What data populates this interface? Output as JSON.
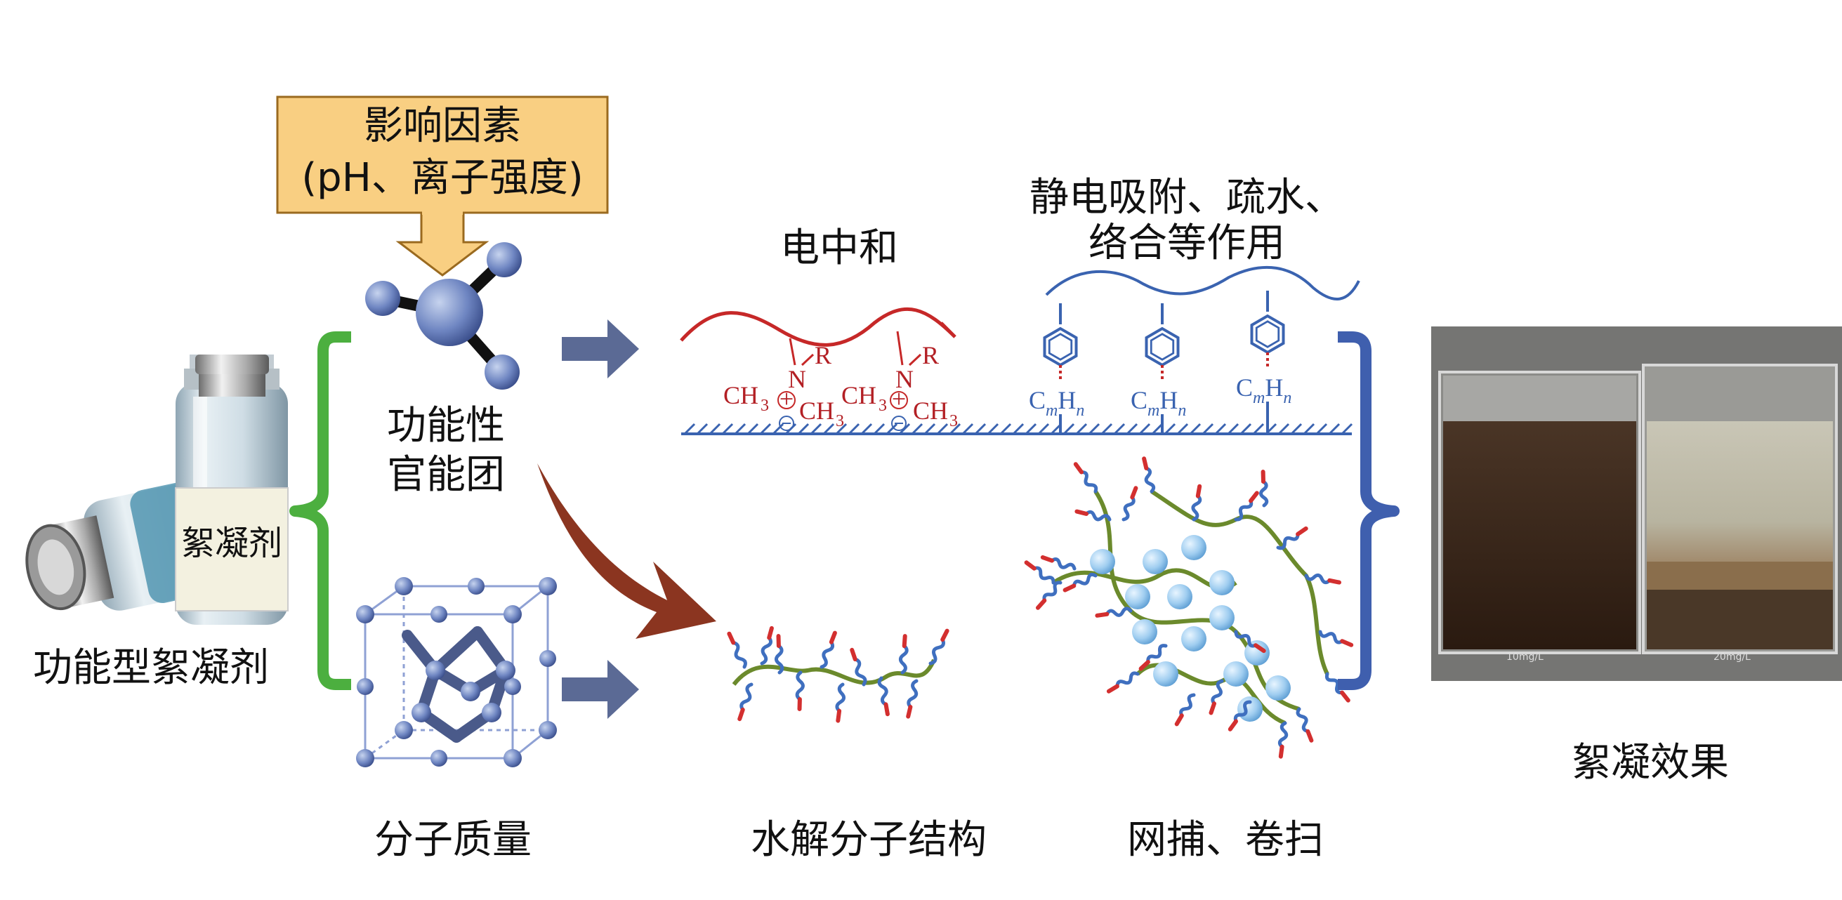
{
  "factor_box": {
    "line1": "影响因素",
    "line2": "(pH、离子强度)"
  },
  "product": {
    "bottle_label": "絮凝剂",
    "caption": "功能型絮凝剂"
  },
  "functional_group": {
    "line1": "功能性",
    "line2": "官能团"
  },
  "molecular_weight": {
    "caption": "分子质量"
  },
  "charge_neutralization": {
    "title": "电中和"
  },
  "electrostatic": {
    "title_line1": "静电吸附、疏水、",
    "title_line2": "络合等作用"
  },
  "hydrolysis": {
    "caption": "水解分子结构"
  },
  "sweep": {
    "caption": "网捕、卷扫"
  },
  "result": {
    "caption": "絮凝效果",
    "left_beaker_label": "10mg/L",
    "right_beaker_label": "20mg/L"
  },
  "chem": {
    "R": "R",
    "N": "N",
    "CH": "CH",
    "three": "3",
    "C": "C",
    "m": "m",
    "H": "H",
    "n": "n",
    "plus": "+",
    "minus": "−"
  },
  "colors": {
    "green_bracket": "#4caf3f",
    "blue_bracket": "#3f5fae",
    "arrow_gray": "#5b6a95",
    "arrow_brown": "#8b3520",
    "box_fill": "#f9cf82",
    "box_stroke": "#9a6a1f",
    "red_chain": "#c62828",
    "blue_chain": "#3a63b0",
    "strand_green": "#6b8a2c",
    "sphere": "#9fcdf0"
  }
}
